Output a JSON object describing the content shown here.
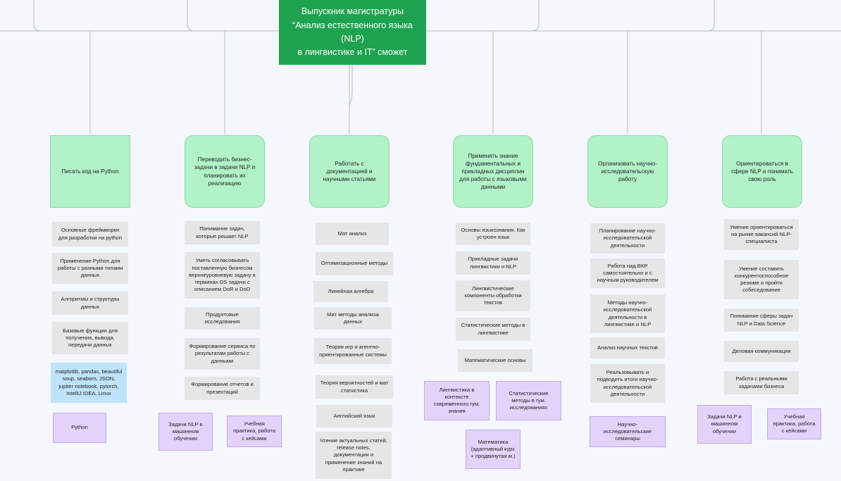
{
  "colors": {
    "background": "#f4f7fb",
    "root": "#1fa24f",
    "main": "#b2f2c8",
    "skill": "#e6e6e6",
    "tools": "#bfe3fb",
    "practice": "#e5d2fb",
    "connector": "#b7bcc4"
  },
  "root": {
    "line1": "Выпускник магистратуры",
    "line2": "“Анализ естественного языка (NLP)",
    "line3": "в лингвистике и IT” сможет"
  },
  "columns": [
    {
      "title": "Писать код на Python",
      "skills": [
        "Основные фреймворки для разработки на python",
        "Применение Python для работы с разными типами данных",
        "Алгоритмы и структуры данных",
        "Базовые функции для получения, вывода, передачи данных"
      ],
      "tools": "matplotlib, pandas, beautiful soup, seaborn, JSON, jupiter notebook, pytorch, IntelliJ IDEA, Linux",
      "practice": [
        "Python"
      ]
    },
    {
      "title": "Переводить бизнес-задачи в задачи NLP и планировать их реализацию",
      "skills": [
        "Понимание задач, которые решает NLP",
        "Уметь согласовывать поставленную бизнесом верхнеуровневую задачу в терминах DS задачи с описанием DoR и DoD",
        "Продуктовые исследования",
        "Формирование сервиса по результатам работы с данными",
        "Формирование отчетов и презентаций"
      ],
      "practice": [
        "Задачи NLP в машинном обучении",
        "Учебная практика, работа с кейсами"
      ]
    },
    {
      "title": "Работать с документацией и научными статьями",
      "skills": [
        "Мат анализ",
        "Оптимизационные методы",
        "Линейная алгебра",
        "Мат методы анализа данных",
        "Теория игр и агентно-ориентированные системы",
        "Теория вероятностей и мат статистика",
        "Английский язык",
        "Чтение актуальных статей, release notes, документации и применение знаний на практике"
      ]
    },
    {
      "title": "Применять знание фундаментальных и прикладных дисциплин для работы с языковыми данными",
      "skills": [
        "Основы языкознания. Как устроен язык",
        "Прикладные задачи лингвистики и NLP",
        "Лингвистические компоненты обработки текстов",
        "Статистические методы в лингвистике",
        "Математические основы"
      ],
      "practice": [
        "Лингвистика в контексте современного гум. знания",
        "Статистические методы в гум. исследованиях",
        "Математика (адаптивный курс + продвинутая м.)"
      ]
    },
    {
      "title": "Организовать научно-исследовательскую работу",
      "skills": [
        "Планирование научно-исследовательской деятельности",
        "Работа над ВКР самостоятельно и с научным руководителем",
        "Методы научно-исследовательской деятельности в лингвистике и NLP",
        "Анализ научных текстов",
        "Реальзовывать и подводить итоги научно-исследовательской деятельности"
      ],
      "practice": [
        "Научно-исследовательские семинары"
      ]
    },
    {
      "title": "Ориентироваться в сфере NLP и понимать свою роль",
      "skills": [
        "Умение ориентироваться на рынке вакансий NLP-специалиста",
        "Умение составить конкурентоспособное резюме и пройти собеседование",
        "Понимание сферы задач NLP и Data Science",
        "Деловая коммуникация",
        "Работа с реальными задачами бизнеса"
      ],
      "practice": [
        "Задачи NLP в машинном обучении",
        "Учебная практика, работа с кейсами"
      ]
    }
  ]
}
